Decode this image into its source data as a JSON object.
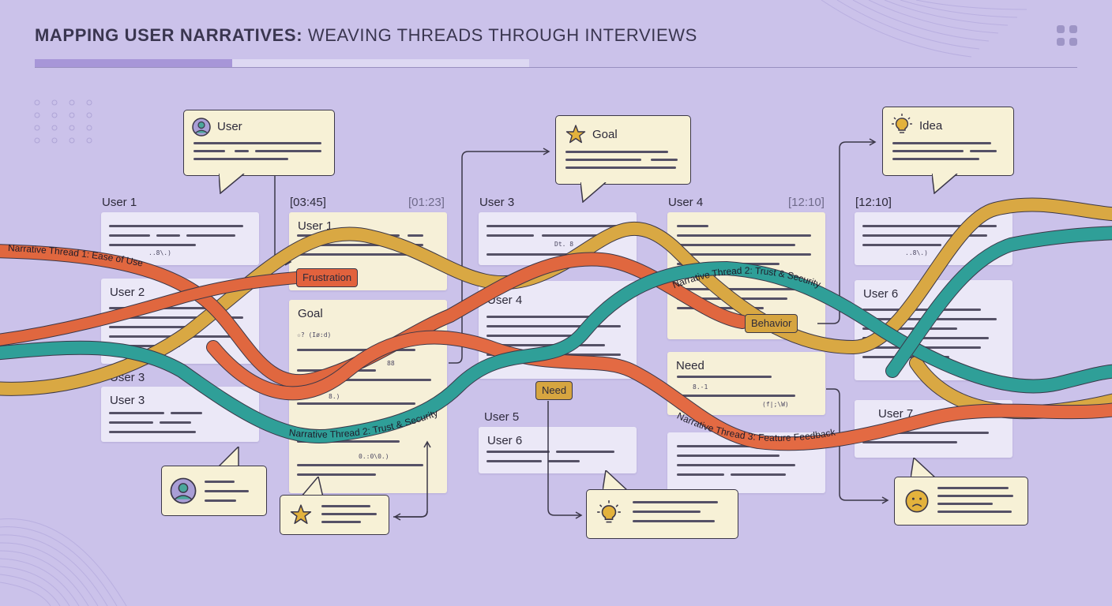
{
  "title": {
    "bold": "MAPPING USER NARRATIVES:",
    "light": " WEAVING THREADS THROUGH INTERVIEWS"
  },
  "progress": {
    "fraction": 0.4
  },
  "icons": {
    "menu": "grid-menu-icon",
    "user": "user-avatar-icon",
    "goal": "star-icon",
    "idea": "lightbulb-icon",
    "sad": "sad-face-icon"
  },
  "colors": {
    "background": "#cbc2ea",
    "thread1": "#e0673f",
    "thread2": "#2f9f98",
    "thread3": "#e36a43",
    "gold": "#d9a843",
    "tag_red": "#e2623d",
    "tag_gold": "#d6a540",
    "bubble": "#f7f1d6"
  },
  "columns": {
    "c1": {
      "head": "User 1"
    },
    "c2": {
      "head": "[03:45]",
      "ts": "[01:23]"
    },
    "c3": {
      "head": "User 3"
    },
    "c4": {
      "head": "User 4",
      "ts": "[12:10]"
    },
    "c5": {
      "head": "[12:10]"
    }
  },
  "cards": {
    "c1_2": "User 2",
    "c1_3a": "User 3",
    "c1_3b": "User 3",
    "c2_1": "User 1",
    "c2_2": "Goal",
    "c3_2": "User 4",
    "c3_3": "User 5",
    "c3_4": "User 6",
    "c4_2": "Need",
    "c5_2": "User 6",
    "c5_3": "User 7"
  },
  "meta": {
    "m1": "..8\\.)",
    "m2": "Dt. 8",
    "m3": "..8\\.)",
    "m4": "☆? (Iø:d)",
    "m5": "88",
    "m6": "8.)",
    "m7": "0.:0\\0.)",
    "m8": "8.-1",
    "m9": "(f|;\\W)"
  },
  "bubbles": {
    "user": "User",
    "goal": "Goal",
    "idea": "Idea"
  },
  "tags": {
    "frustration": "Frustration",
    "behavior": "Behavior",
    "need": "Need"
  },
  "threads": {
    "t1": "Narrative Thread 1: Ease of Use",
    "t2a": "Narrative Thread 2: Trust & Security",
    "t2b": "Narrative Thread 2: Trust & Security",
    "t3": "Narrative Thread 3: Feature Feedback"
  }
}
